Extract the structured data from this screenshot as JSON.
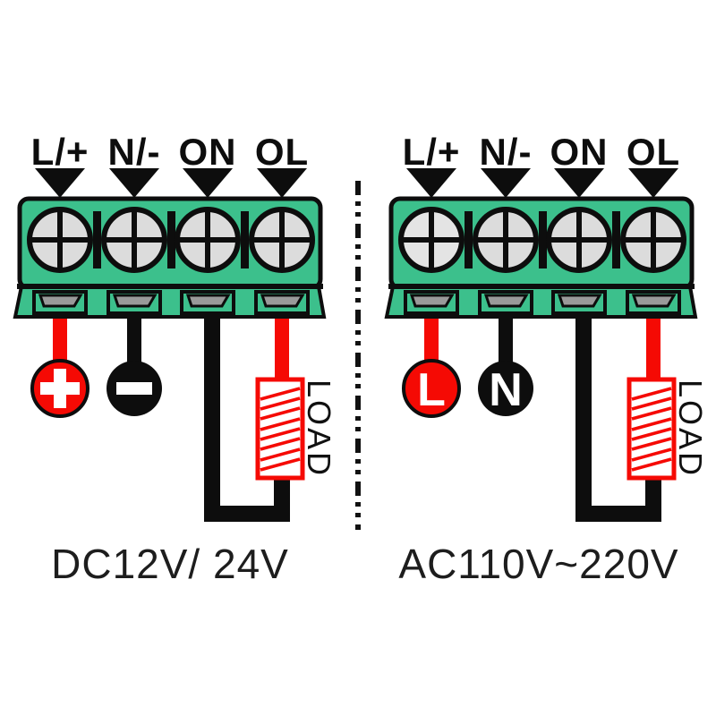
{
  "diagram": {
    "title_semantic": "timer-relay-wiring-diagram",
    "colors": {
      "block_green": "#3cc08c",
      "wire_red": "#f50a04",
      "wire_black": "#0d0d0d",
      "screw_gray": "#dcdcdc",
      "slot_gray": "#9a9a9a",
      "load_border_red": "#f50a04",
      "text_dark": "#1d1d1d"
    },
    "divider": {
      "style": "vertical-dash-dot",
      "color": "#111111"
    },
    "panels": [
      {
        "id": "dc-panel",
        "terminals": [
          "L/+",
          "N/-",
          "ON",
          "OL"
        ],
        "marker_icons": [
          "plus-icon",
          "minus-icon"
        ],
        "marker_symbols": [
          "+",
          "−"
        ],
        "load_label": "LOAD",
        "caption": "DC12V/ 24V"
      },
      {
        "id": "ac-panel",
        "terminals": [
          "L/+",
          "N/-",
          "ON",
          "OL"
        ],
        "marker_icons": [
          "live-circle",
          "neutral-circle"
        ],
        "marker_symbols": [
          "L",
          "N"
        ],
        "load_label": "LOAD",
        "caption": "AC110V~220V"
      }
    ]
  }
}
